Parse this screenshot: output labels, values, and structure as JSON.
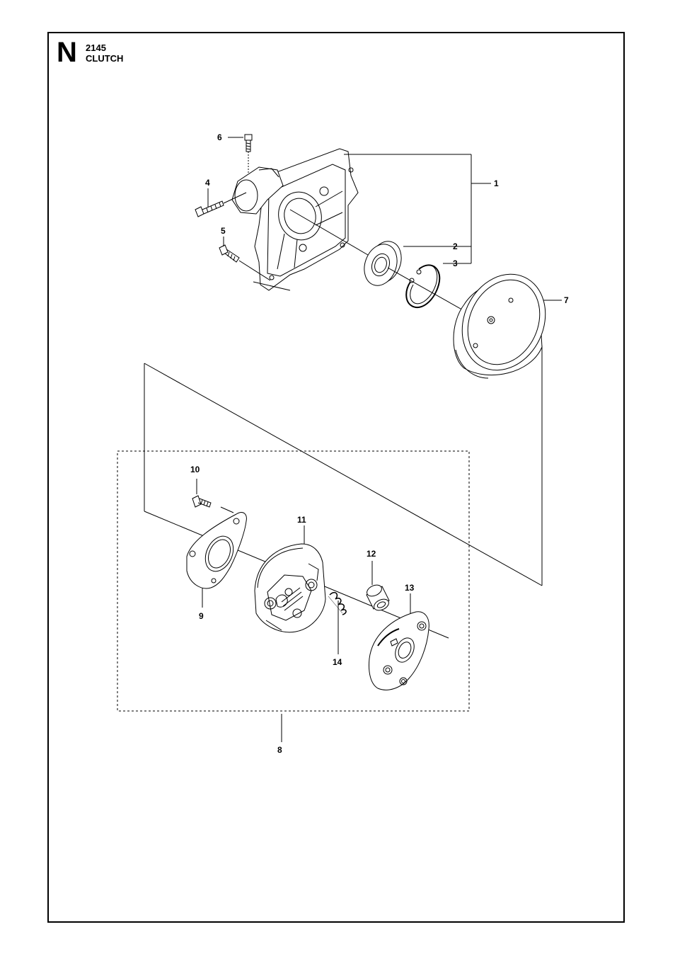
{
  "header": {
    "section_letter": "N",
    "model": "2145",
    "title": "CLUTCH"
  },
  "callouts": {
    "c1": "1",
    "c2": "2",
    "c3": "3",
    "c4": "4",
    "c5": "5",
    "c6": "6",
    "c7": "7",
    "c8": "8",
    "c9": "9",
    "c10": "10",
    "c11": "11",
    "c12": "12",
    "c13": "13",
    "c14": "14"
  }
}
